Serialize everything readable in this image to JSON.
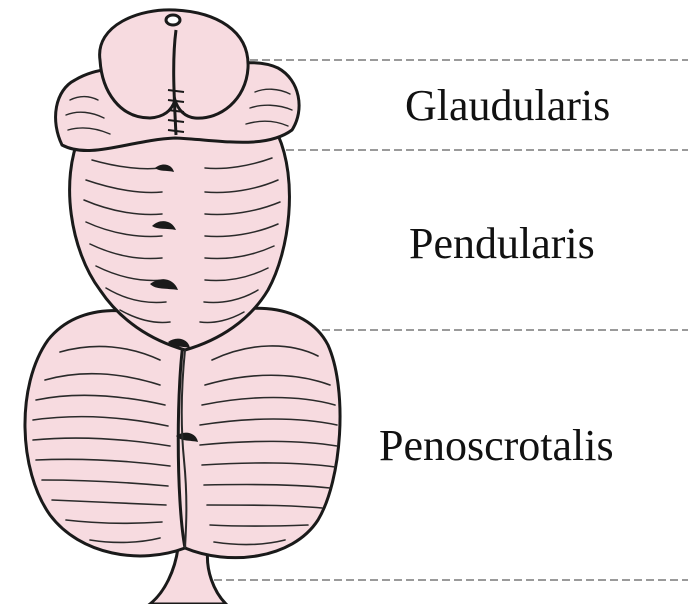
{
  "figure": {
    "colors": {
      "skin_fill": "#f7dbe0",
      "outline": "#1a1a1a",
      "divider": "#9a9a9a",
      "label_text": "#111111",
      "background": "#ffffff"
    },
    "regions": [
      {
        "label": "Glaudularis"
      },
      {
        "label": "Pendularis"
      },
      {
        "label": "Penoscrotalis"
      }
    ],
    "divider_count": 4
  }
}
